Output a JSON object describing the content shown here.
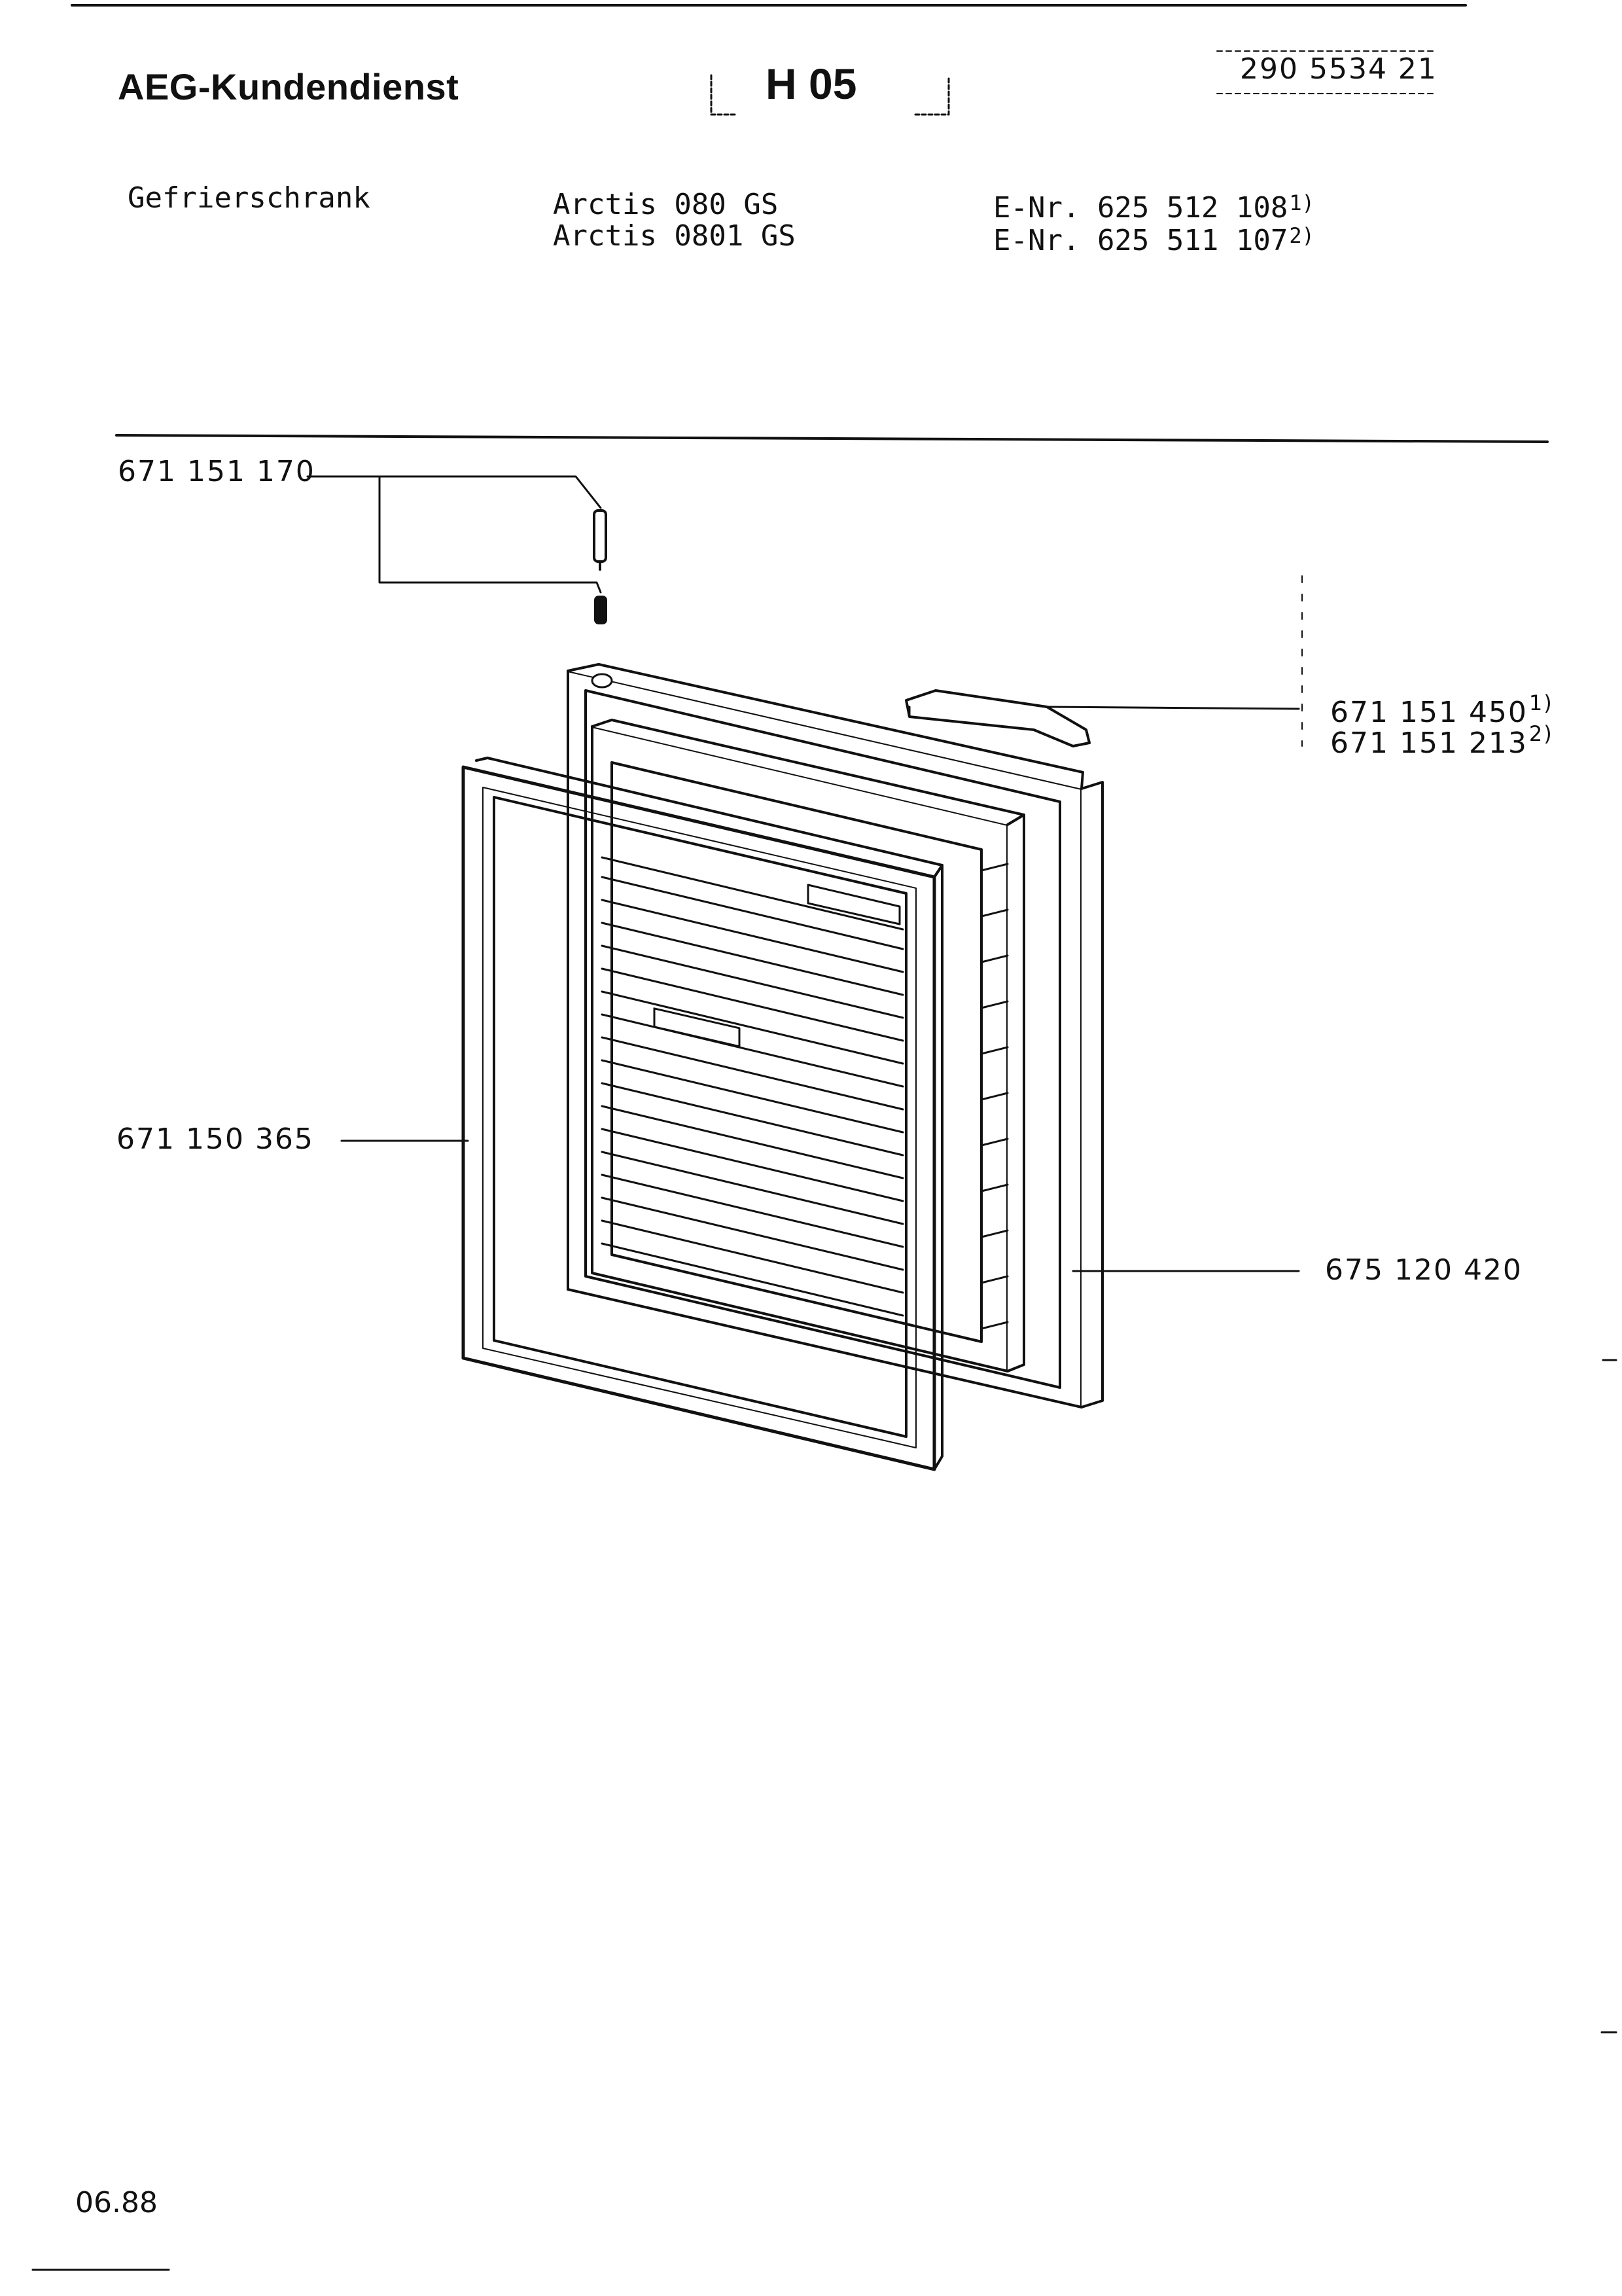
{
  "header": {
    "brand": "AEG-Kundendienst",
    "sheet_code": "H 05",
    "document_number": "290 5534 21"
  },
  "product": {
    "category": "Gefrierschrank",
    "models": [
      "Arctis 080 GS",
      "Arctis 0801 GS"
    ],
    "e_numbers": [
      {
        "text": "E-Nr. 625 512 108",
        "footnote": "1)"
      },
      {
        "text": "E-Nr. 625 511 107",
        "footnote": "2)"
      }
    ]
  },
  "parts": {
    "hinge_pin": "671 151 170",
    "handle_variant_1": {
      "number": "671 151 450",
      "footnote": "1)"
    },
    "handle_variant_2": {
      "number": "671 151 213",
      "footnote": "2)"
    },
    "door_gasket": "671 150 365",
    "door_assembly": "675 120 420"
  },
  "footer": {
    "date": "06.88"
  }
}
